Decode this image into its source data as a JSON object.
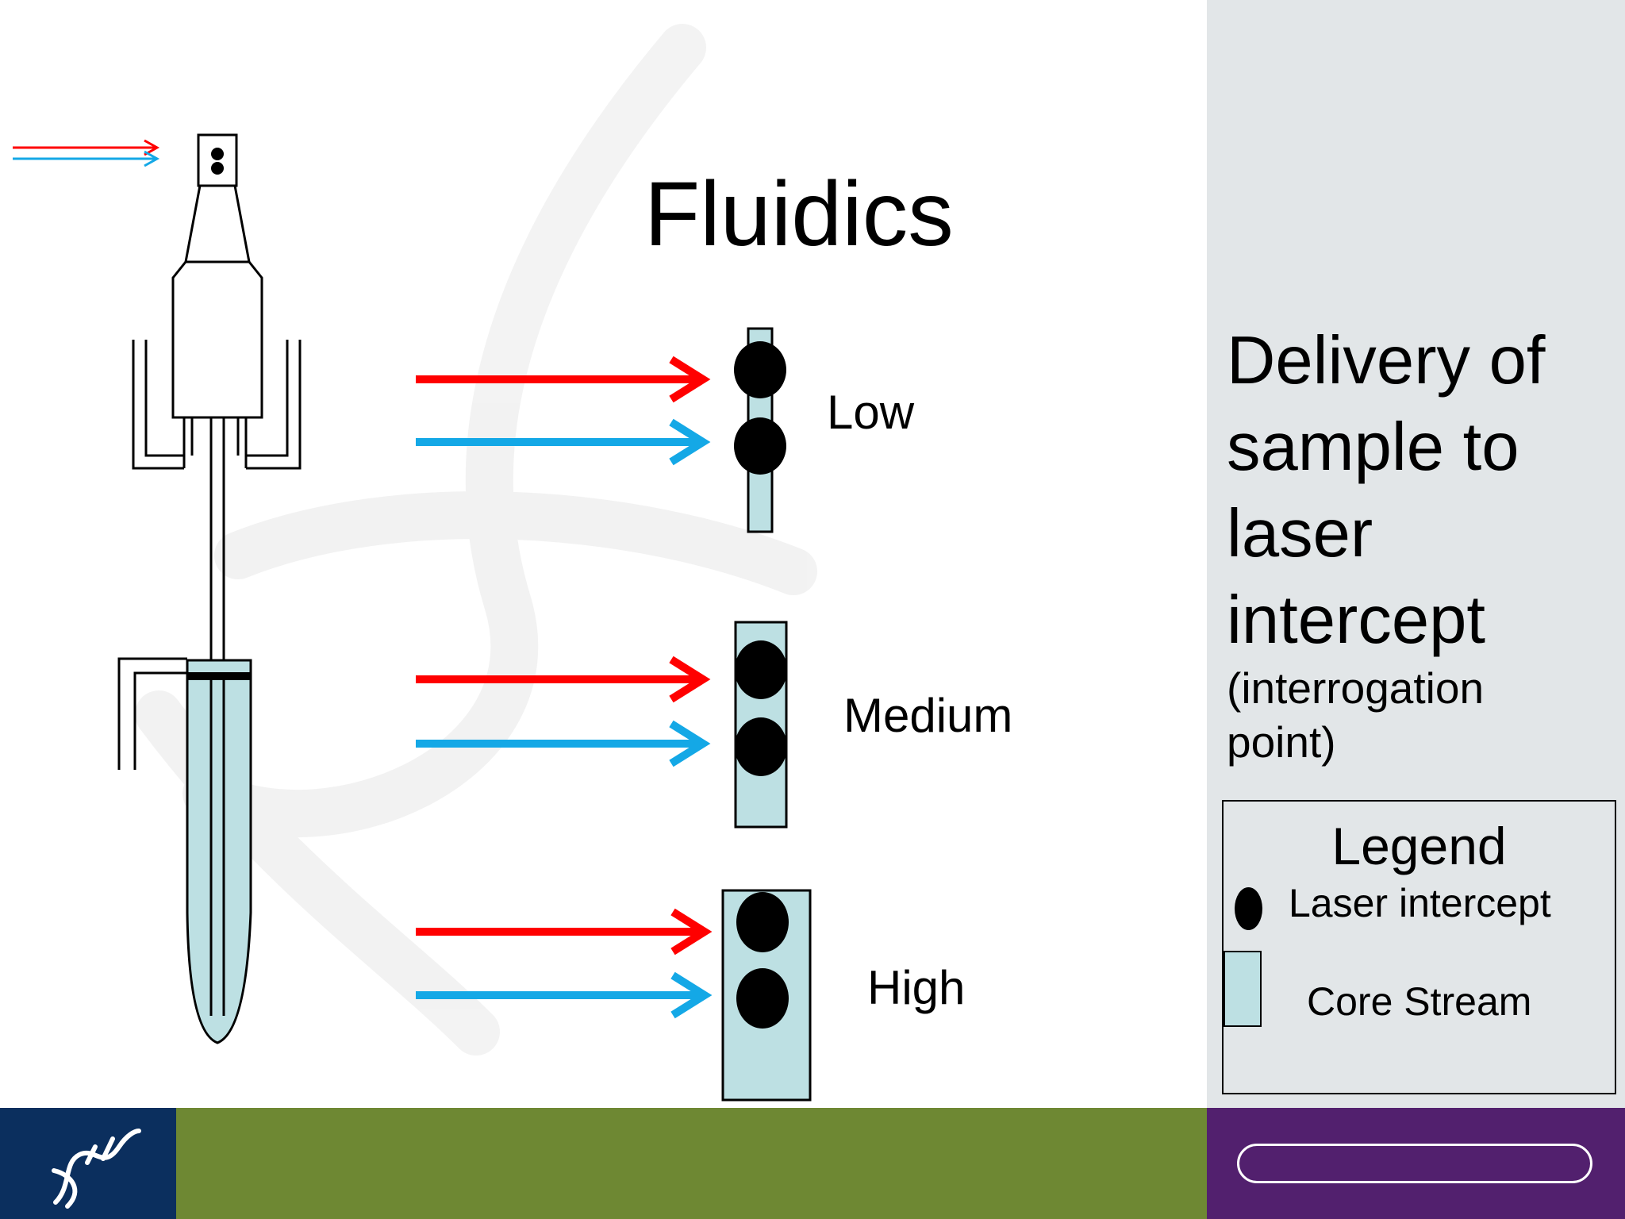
{
  "title": "Fluidics",
  "speeds": {
    "low": "Low",
    "medium": "Medium",
    "high": "High"
  },
  "description": {
    "lines": [
      "Delivery of",
      "sample to",
      "laser",
      "intercept"
    ],
    "sub_lines": [
      "(interrogation",
      "point)"
    ]
  },
  "legend": {
    "title": "Legend",
    "intercept_label": "Laser intercept",
    "core_label": "Core Stream"
  },
  "colors": {
    "laser_red": "#ff0000",
    "laser_blue": "#14a8e6",
    "core_stream": "#bde0e3",
    "right_panel": "#e2e6e8",
    "footer_navy": "#0b2f5e",
    "footer_green": "#6e8833",
    "footer_purple": "#52206e"
  }
}
